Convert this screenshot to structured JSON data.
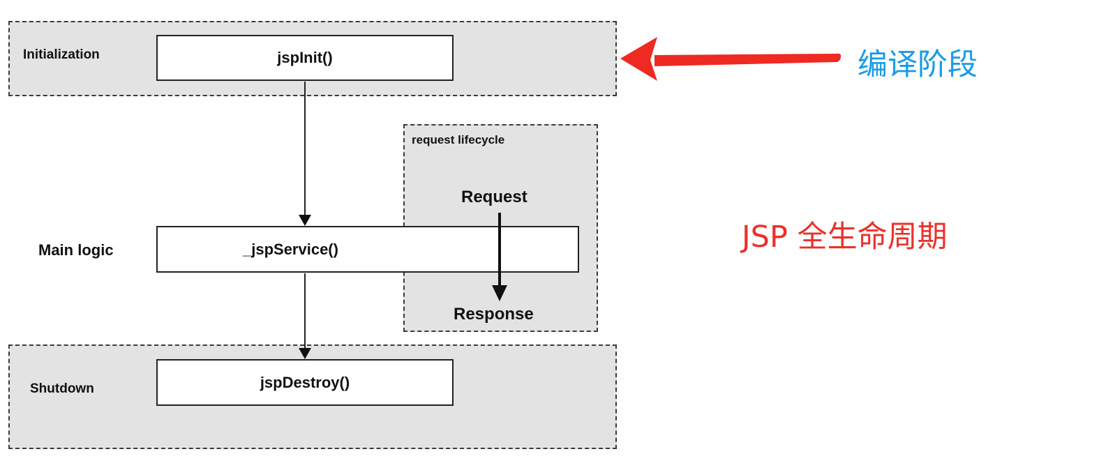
{
  "phases": {
    "initialization": {
      "label": "Initialization",
      "method": "jspInit()"
    },
    "main_logic": {
      "label": "Main logic",
      "method": "_jspService()"
    },
    "shutdown": {
      "label": "Shutdown",
      "method": "jspDestroy()"
    }
  },
  "request_lifecycle": {
    "title": "request lifecycle",
    "request": "Request",
    "response": "Response"
  },
  "annotations": {
    "compile_phase": "编译阶段",
    "compile_phase_color": "#1a9be6",
    "full_lifecycle": "JSP 全生命周期",
    "full_lifecycle_color": "#e8322b",
    "arrow_color": "#ee2a22"
  }
}
